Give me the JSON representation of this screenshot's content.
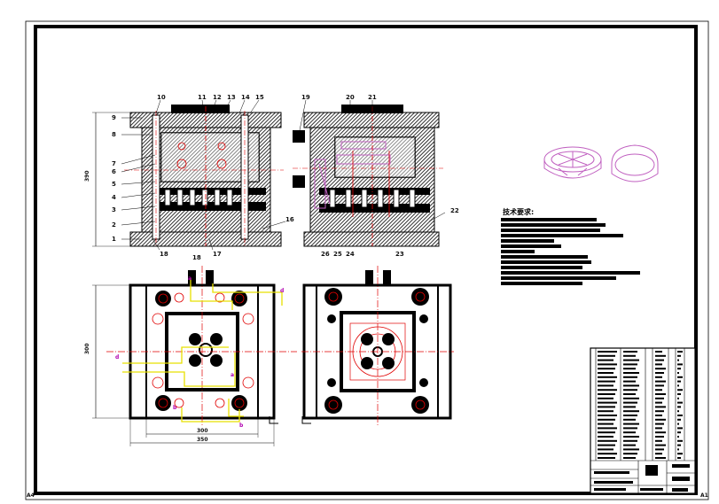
{
  "sheet": {
    "corner_left": "A4",
    "corner_right": "A1"
  },
  "front_section": {
    "labels_top": [
      "10",
      "11",
      "12",
      "13",
      "14",
      "15"
    ],
    "labels_left": [
      "9",
      "8",
      "7",
      "6",
      "5",
      "4",
      "3",
      "2",
      "1"
    ],
    "labels_bottom": [
      "18",
      "18",
      "17",
      "16"
    ],
    "height_dim": "390"
  },
  "side_section": {
    "labels_top": [
      "19",
      "20",
      "21"
    ],
    "labels_bottom": [
      "26",
      "25",
      "24",
      "23"
    ],
    "label_right": "22"
  },
  "plan_view": {
    "width_dim_inner": "300",
    "width_dim_outer": "350",
    "height_dim": "300"
  },
  "technical_requirements": {
    "title": "技术要求:"
  },
  "colors": {
    "outline": "#000000",
    "centerline": "#e00000",
    "cooling": "#e8e000",
    "product": "#c060c0"
  }
}
